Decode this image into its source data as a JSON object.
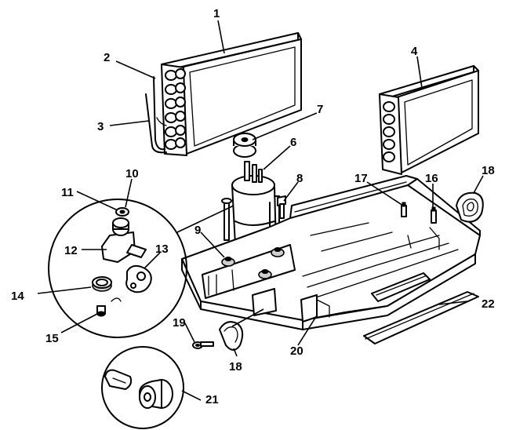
{
  "diagram": {
    "callouts": [
      {
        "id": "c1",
        "number": "1"
      },
      {
        "id": "c2",
        "number": "2"
      },
      {
        "id": "c3",
        "number": "3"
      },
      {
        "id": "c4",
        "number": "4"
      },
      {
        "id": "c5",
        "number": "7"
      },
      {
        "id": "c6",
        "number": "6"
      },
      {
        "id": "c7",
        "number": "8"
      },
      {
        "id": "c8",
        "number": "10"
      },
      {
        "id": "c9",
        "number": "11"
      },
      {
        "id": "c10",
        "number": "17"
      },
      {
        "id": "c11",
        "number": "16"
      },
      {
        "id": "c12",
        "number": "18"
      },
      {
        "id": "c13",
        "number": "9"
      },
      {
        "id": "c14",
        "number": "12"
      },
      {
        "id": "c15",
        "number": "13"
      },
      {
        "id": "c16",
        "number": "14"
      },
      {
        "id": "c17",
        "number": "15"
      },
      {
        "id": "c18",
        "number": "22"
      },
      {
        "id": "c19",
        "number": "19"
      },
      {
        "id": "c20",
        "number": "20"
      },
      {
        "id": "c21",
        "number": "18"
      },
      {
        "id": "c22",
        "number": "21"
      }
    ]
  }
}
